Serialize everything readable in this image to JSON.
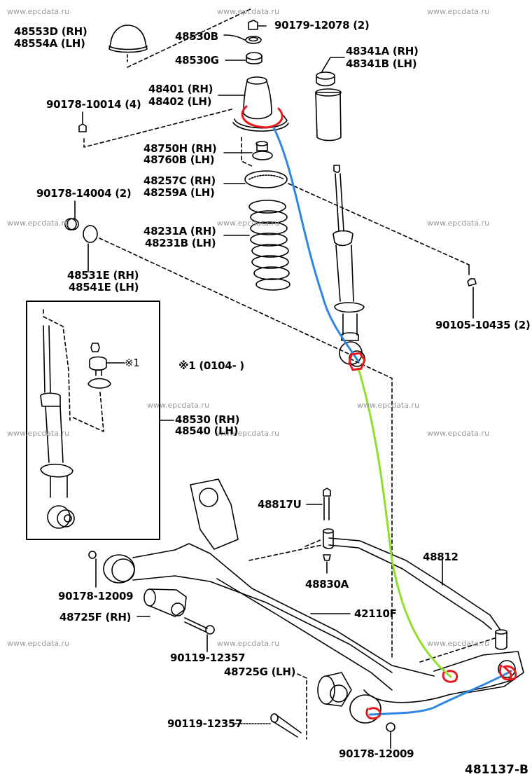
{
  "diagram": {
    "code": "481137-B",
    "note": "※1 (0104-        )",
    "watermark": "www.epcdata.ru",
    "annotation_colors": {
      "red_circle": "#e8191a",
      "blue_path": "#2f86e0",
      "green_path": "#8ee02a"
    },
    "labels": {
      "p48553d": "48553D (RH)",
      "p48554a": "48554A (LH)",
      "p48530b": "48530B",
      "p90179": "90179-12078 (2)",
      "p48530g": "48530G",
      "p48341a": "48341A (RH)",
      "p48341b": "48341B (LH)",
      "p48401": "48401 (RH)",
      "p48402": "48402 (LH)",
      "p90178_10014": "90178-10014 (4)",
      "p48750h": "48750H (RH)",
      "p48760b": "48760B (LH)",
      "p48257c": "48257C (RH)",
      "p48259a": "48259A (LH)",
      "p90178_14004": "90178-14004 (2)",
      "p48231a": "48231A (RH)",
      "p48231b": "48231B (LH)",
      "p48531e": "48531E (RH)",
      "p48541e": "48541E (LH)",
      "p90105": "90105-10435 (2)",
      "star1": "※1",
      "p48530": "48530 (RH)",
      "p48540": "48540 (LH)",
      "p48817u": "48817U",
      "p48812": "48812",
      "p90178_12009_a": "90178-12009",
      "p48830a": "48830A",
      "p48725f": "48725F (RH)",
      "p42110f": "42110F",
      "p90119_a": "90119-12357",
      "p48725g": "48725G (LH)",
      "p90119_b": "90119-12357",
      "p90178_12009_b": "90178-12009"
    }
  }
}
